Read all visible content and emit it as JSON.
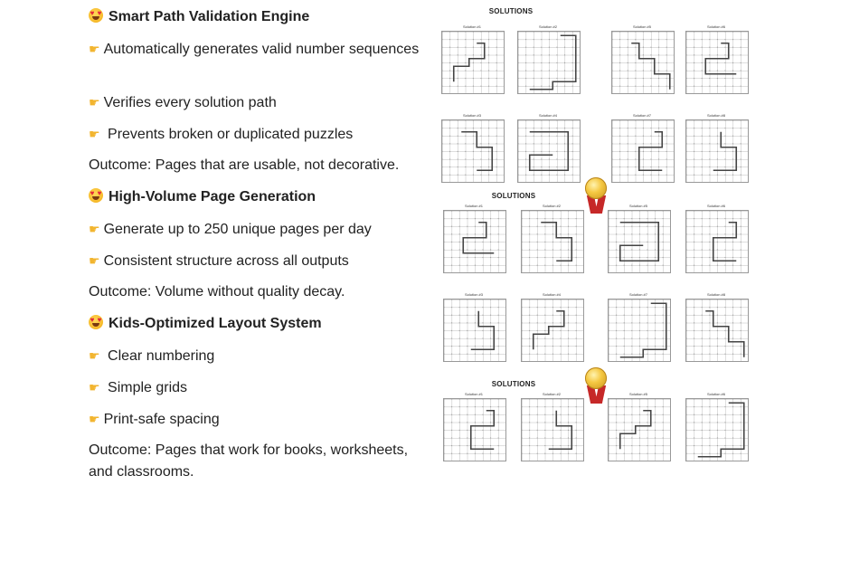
{
  "sections": [
    {
      "title": "Smart Path Validation Engine",
      "bullets": [
        "Automatically generates valid number sequences",
        "Verifies every solution path",
        "Prevents broken or duplicated puzzles"
      ],
      "outcome": "Outcome: Pages that are usable, not decorative."
    },
    {
      "title": "High-Volume Page Generation",
      "bullets": [
        "Generate up to 250 unique pages per day",
        "Consistent structure across all outputs"
      ],
      "outcome": "Outcome: Volume without quality decay."
    },
    {
      "title": "Kids-Optimized Layout System",
      "bullets": [
        "Clear numbering",
        "Simple grids",
        "Print-safe spacing"
      ],
      "outcome": "Outcome: Pages that work for books, worksheets, and classrooms."
    }
  ],
  "pages": [
    {
      "title": "SOLUTIONS",
      "labels": [
        "Solution #1",
        "Solution #2",
        "Solution #5",
        "Solution #6",
        "Solution #3",
        "Solution #4",
        "Solution #7",
        "Solution #8"
      ]
    },
    {
      "title": "SOLUTIONS",
      "labels": [
        "Solution #1",
        "Solution #2",
        "Solution #5",
        "Solution #6",
        "Solution #3",
        "Solution #4",
        "Solution #7",
        "Solution #8"
      ]
    },
    {
      "title": "SOLUTIONS",
      "labels": [
        "Solution #1",
        "Solution #2",
        "Solution #5",
        "Solution #6"
      ]
    }
  ],
  "icons": {
    "heading": "heart-eyes-emoji-icon",
    "bullet": "pointing-hand-icon",
    "award": "gold-medal-icon"
  }
}
